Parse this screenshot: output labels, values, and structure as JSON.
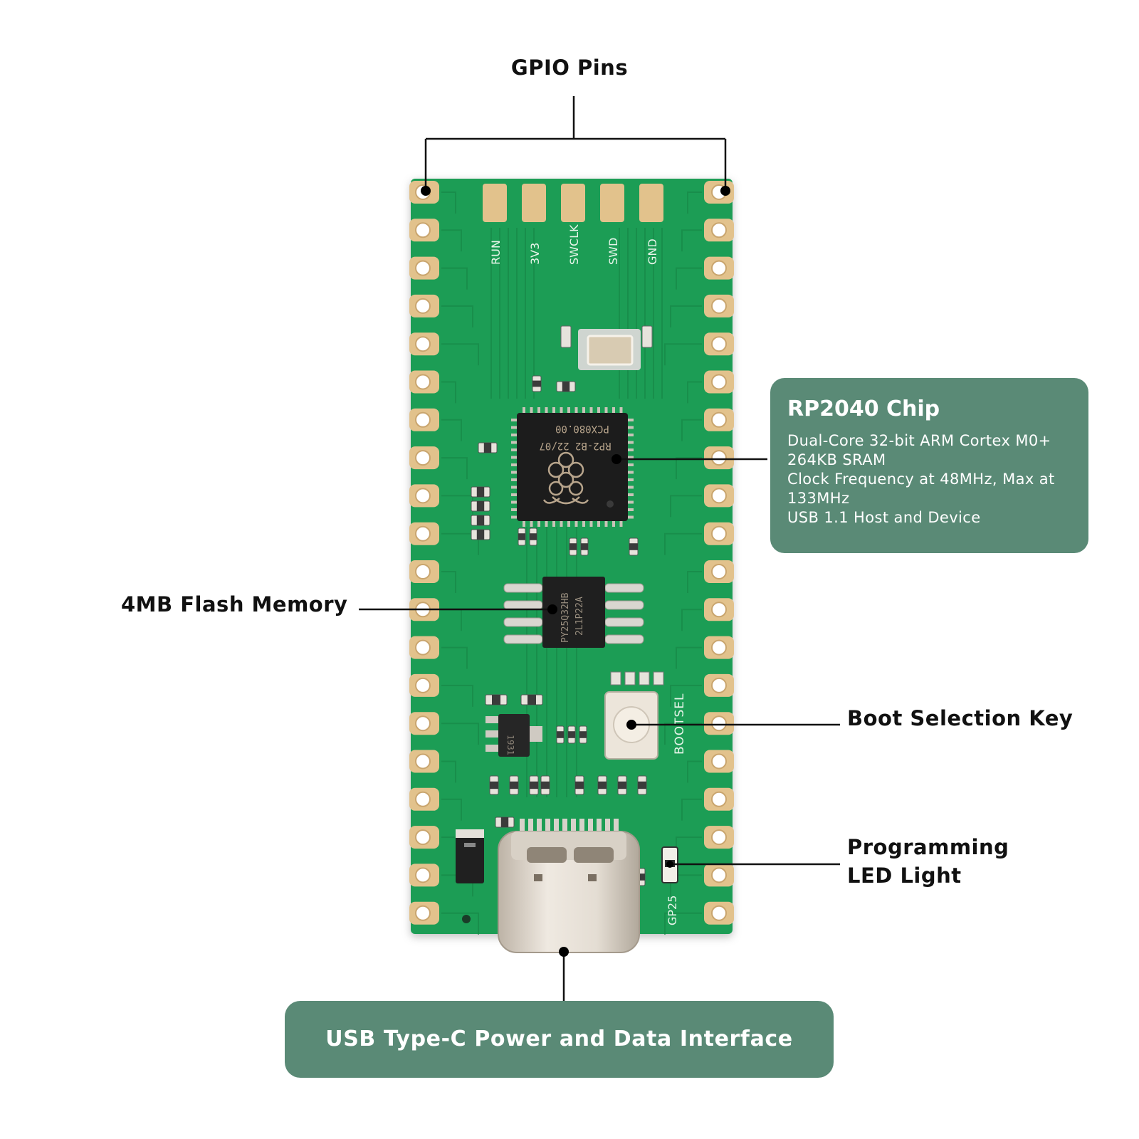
{
  "callouts": {
    "gpio": "GPIO Pins",
    "flash": "4MB Flash Memory",
    "boot": "Boot Selection Key",
    "led": [
      "Programming",
      "LED Light"
    ]
  },
  "chip_card": {
    "title": "RP2040 Chip",
    "specs": [
      "Dual-Core 32-bit ARM Cortex M0+",
      "264KB SRAM",
      "Clock Frequency at 48MHz, Max at",
      "133MHz",
      "USB 1.1 Host and Device"
    ]
  },
  "usb_card": {
    "title": "USB Type-C Power and Data Interface"
  },
  "board": {
    "debug_pads": [
      "RUN",
      "3V3",
      "SWCLK",
      "SWD",
      "GND"
    ],
    "button_label": "BOOTSEL",
    "led_label": "GP25",
    "chip_marking": [
      "RP2-B2  22/07",
      "PCX080.00"
    ],
    "flash_marking": [
      "PY25Q32HB",
      "2L1P22A"
    ],
    "regulator_marking": "1931"
  },
  "colors": {
    "pcb": "#1f9d55",
    "trace": "#18914b",
    "gold": "#e2c28c",
    "card": "#5a8a76",
    "silkscreen": "#e8f5ea"
  }
}
